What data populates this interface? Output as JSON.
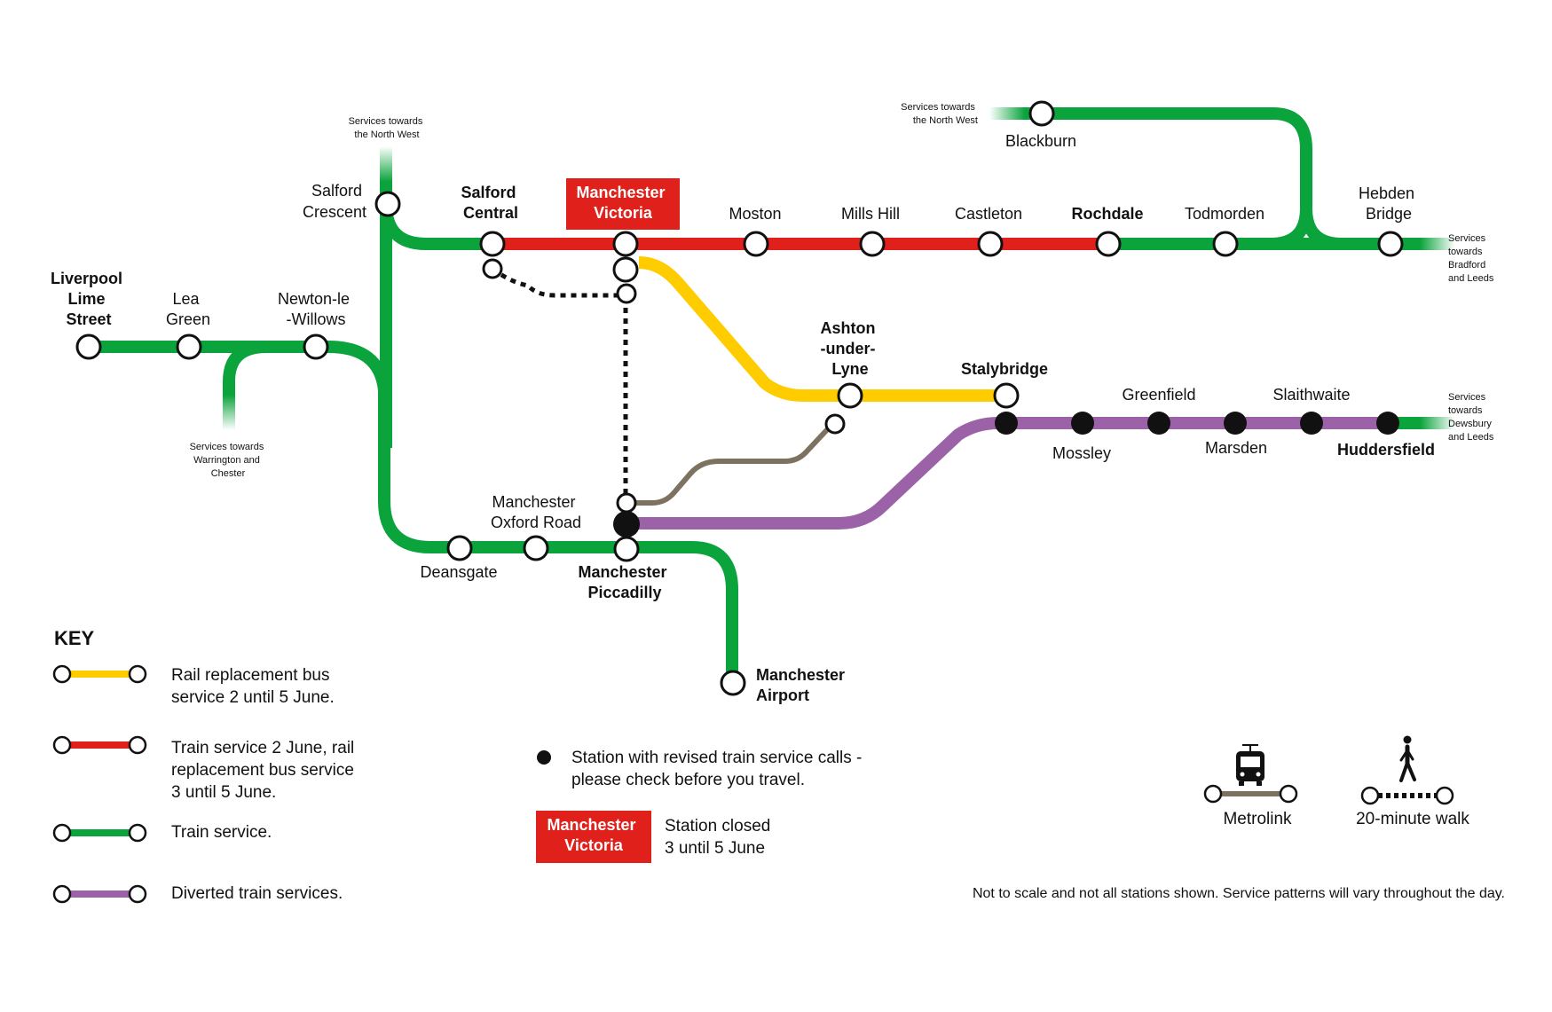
{
  "colors": {
    "bus": "#ffcc00",
    "train_bus": "#e0201b",
    "train": "#0aa33c",
    "diverted": "#9b62a8",
    "metrolink": "#7d7260",
    "closed_bg": "#e0201b"
  },
  "stations": {
    "liverpool": [
      "Liverpool",
      "Lime",
      "Street"
    ],
    "lea_green": [
      "Lea",
      "Green"
    ],
    "newton": [
      "Newton-le",
      "-Willows"
    ],
    "salford_crescent": [
      "Salford",
      "Crescent"
    ],
    "salford_central": [
      "Salford",
      "Central"
    ],
    "victoria": [
      "Manchester",
      "Victoria"
    ],
    "moston": "Moston",
    "mills_hill": "Mills Hill",
    "castleton": "Castleton",
    "rochdale": "Rochdale",
    "todmorden": "Todmorden",
    "hebden": [
      "Hebden",
      "Bridge"
    ],
    "blackburn": "Blackburn",
    "ashton": [
      "Ashton",
      "-under-",
      "Lyne"
    ],
    "stalybridge": "Stalybridge",
    "mossley": "Mossley",
    "greenfield": "Greenfield",
    "marsden": "Marsden",
    "slaithwaite": "Slaithwaite",
    "huddersfield": "Huddersfield",
    "oxford_road": [
      "Manchester",
      "Oxford Road"
    ],
    "deansgate": "Deansgate",
    "piccadilly": [
      "Manchester",
      "Piccadilly"
    ],
    "airport": [
      "Manchester",
      "Airport"
    ]
  },
  "services": {
    "north_west_1": [
      "Services towards",
      "the North West"
    ],
    "north_west_2": [
      "Services towards",
      "the North West"
    ],
    "bradford": [
      "Services",
      "towards",
      "Bradford",
      "and Leeds"
    ],
    "dewsbury": [
      "Services",
      "towards",
      "Dewsbury",
      "and Leeds"
    ],
    "warrington": [
      "Services towards",
      "Warrington and",
      "Chester"
    ]
  },
  "key": {
    "title": "KEY",
    "items": [
      {
        "type": "bus",
        "lines": [
          "Rail replacement bus",
          "service 2 until 5 June."
        ]
      },
      {
        "type": "train_bus",
        "lines": [
          "Train service 2 June, rail",
          "replacement  bus service",
          "3 until 5 June."
        ]
      },
      {
        "type": "train",
        "lines": [
          "Train service."
        ]
      },
      {
        "type": "diverted",
        "lines": [
          "Diverted train services."
        ]
      }
    ],
    "revised_station": [
      "Station with revised train service calls -",
      "please check before you travel."
    ],
    "closed_station": {
      "badge": [
        "Manchester",
        "Victoria"
      ],
      "text": [
        "Station closed",
        "3 until 5 June"
      ]
    },
    "metrolink_label": "Metrolink",
    "walk_label": "20-minute walk"
  },
  "footnote": "Not to scale and not all stations shown. Service patterns will vary throughout the day."
}
